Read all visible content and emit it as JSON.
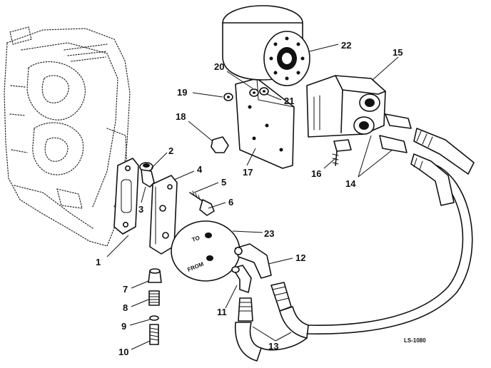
{
  "figure": {
    "drawing_number": "LS-1080",
    "plate_text_to": "TO",
    "plate_text_from": "FROM"
  },
  "callouts": [
    "1",
    "2",
    "3",
    "4",
    "5",
    "6",
    "7",
    "8",
    "9",
    "10",
    "11",
    "12",
    "13",
    "14",
    "15",
    "16",
    "17",
    "18",
    "19",
    "20",
    "21",
    "22",
    "23"
  ]
}
